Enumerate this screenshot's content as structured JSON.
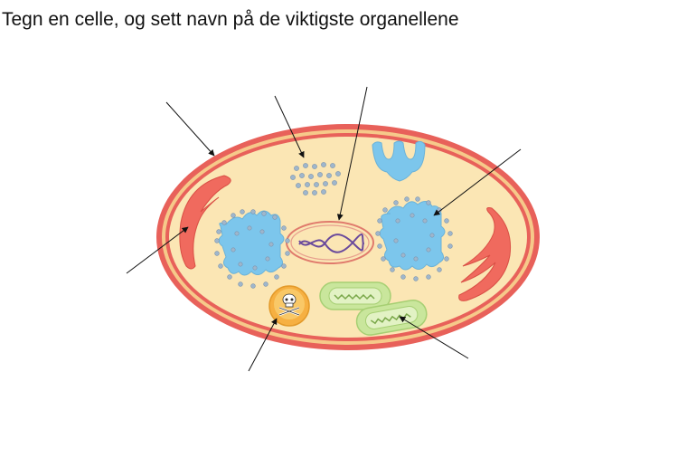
{
  "slide": {
    "title": "Tegn en celle, og sett navn på de viktigste organellene"
  },
  "colors": {
    "cytoplasm": "#fbe6b4",
    "membrane": "#e8615a",
    "er": "#7cc6ec",
    "ribosome": "#9fb6cc",
    "mitochondrion": "#f06a5e",
    "chloroplast": "#c9e69c",
    "lysosome": "#f6b042",
    "dna": "#6a4a9c",
    "arrow": "#111111"
  },
  "diagram": {
    "organelles": [
      {
        "id": "cell-membrane",
        "icon": "membrane"
      },
      {
        "id": "ribosomes",
        "icon": "dots"
      },
      {
        "id": "nucleus",
        "icon": "dna"
      },
      {
        "id": "golgi",
        "icon": "stack"
      },
      {
        "id": "rough-er",
        "icon": "er"
      },
      {
        "id": "mitochondrion",
        "icon": "mitochondrion"
      },
      {
        "id": "lysosome",
        "icon": "skull"
      },
      {
        "id": "plastid",
        "icon": "plastid"
      }
    ],
    "arrows": 7
  }
}
